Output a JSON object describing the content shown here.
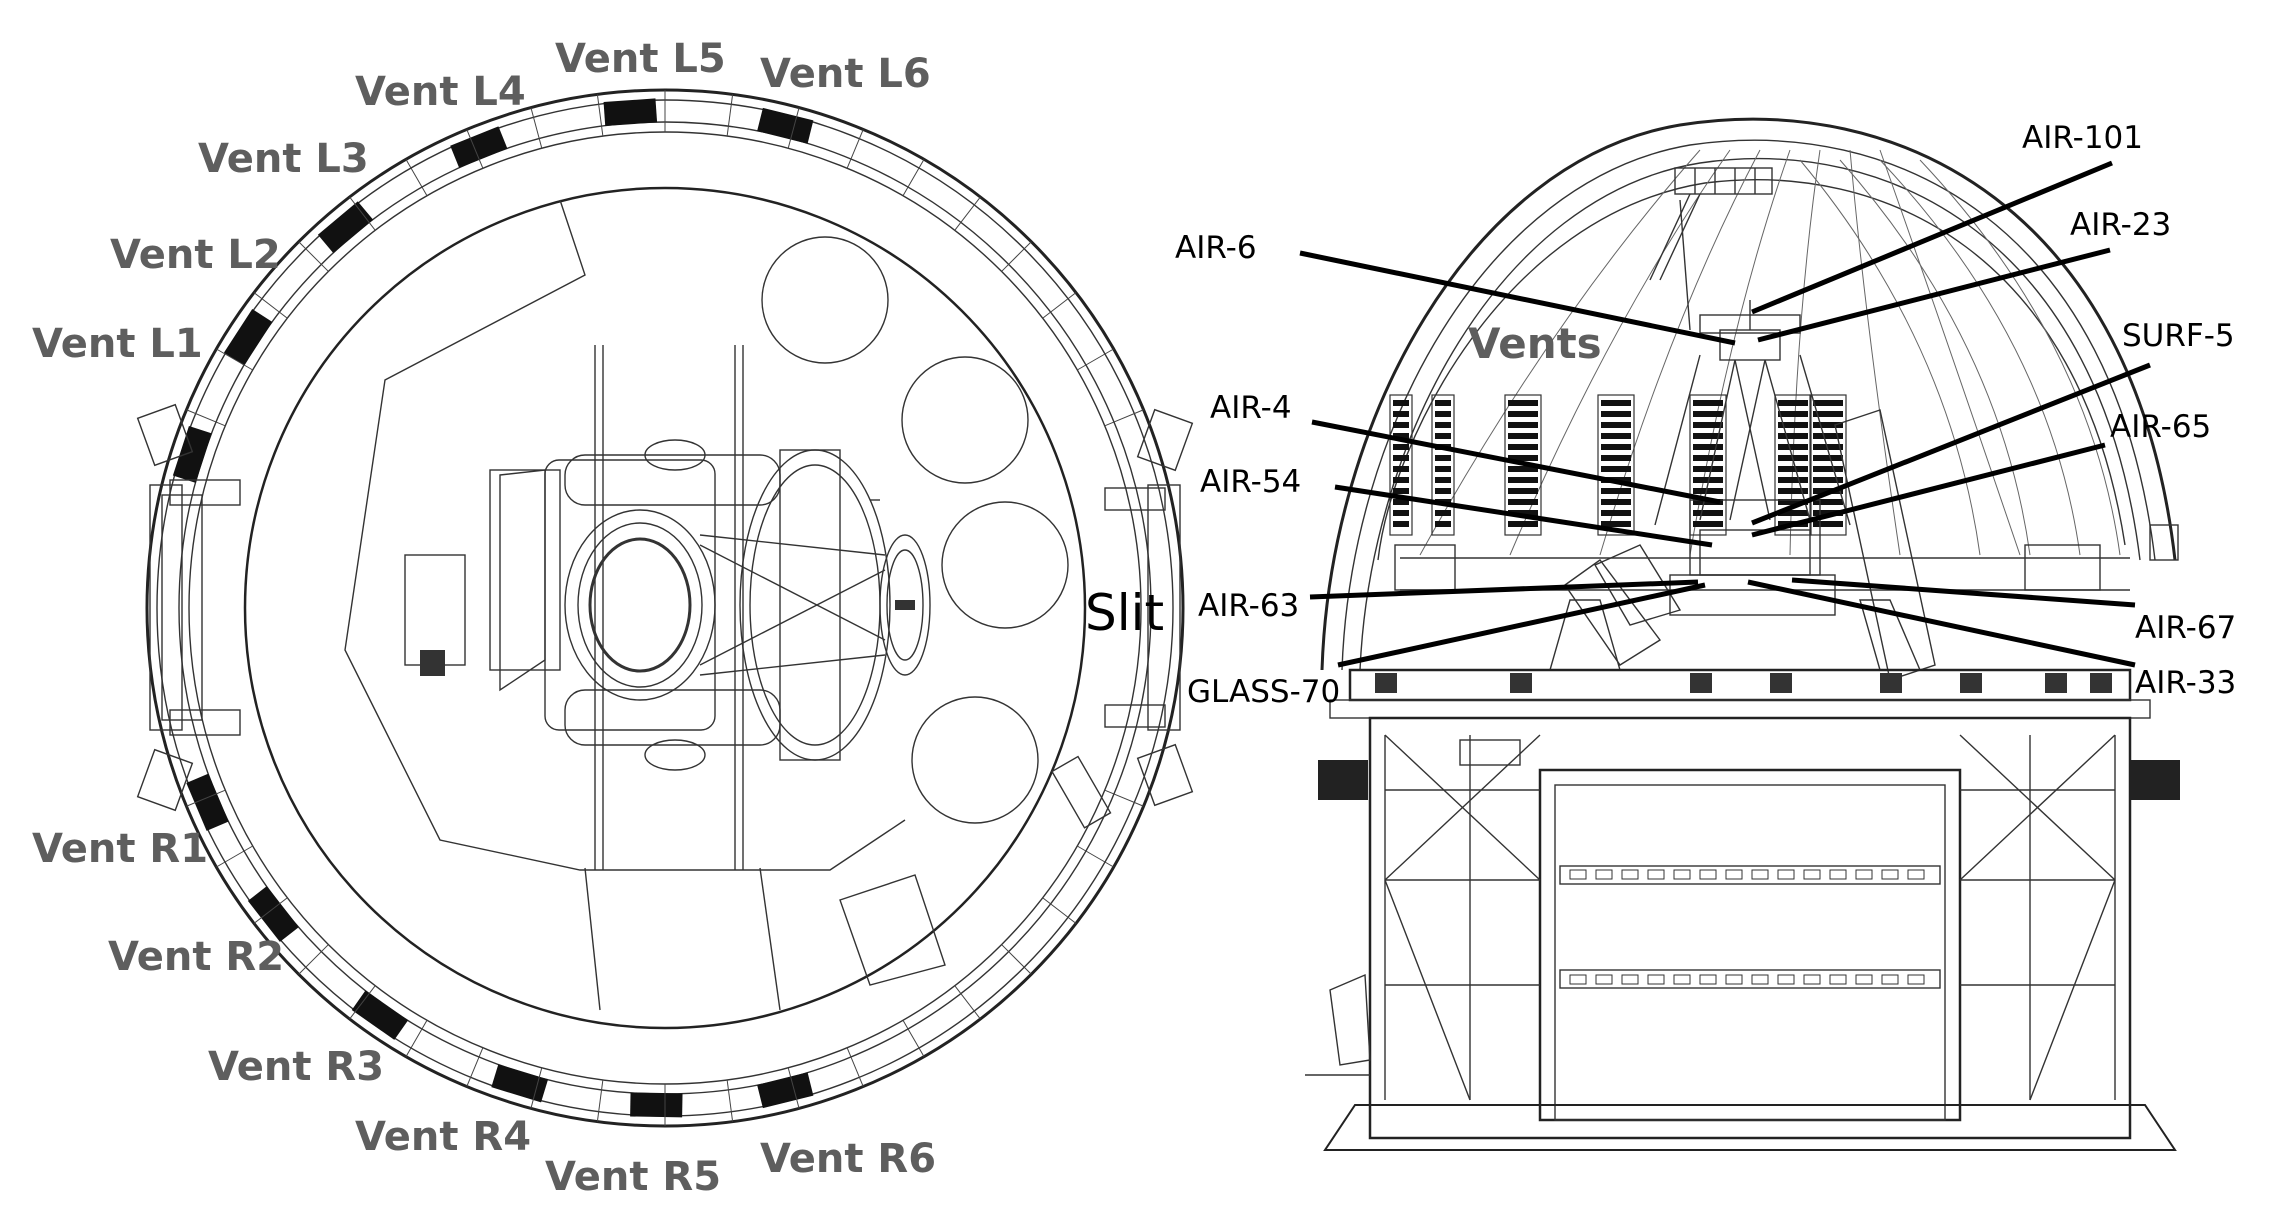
{
  "top_view": {
    "vent_labels": [
      "Vent L1",
      "Vent L2",
      "Vent L3",
      "Vent L4",
      "Vent L5",
      "Vent L6",
      "Vent R1",
      "Vent R2",
      "Vent R3",
      "Vent R4",
      "Vent R5",
      "Vent R6"
    ],
    "slit_label": "Slit"
  },
  "side_view": {
    "vents_label": "Vents",
    "sensors": [
      "AIR-101",
      "AIR-23",
      "AIR-6",
      "SURF-5",
      "AIR-4",
      "AIR-65",
      "AIR-54",
      "AIR-63",
      "AIR-67",
      "GLASS-70",
      "AIR-33"
    ]
  },
  "colors": {
    "label_gray": "#5e5e5e",
    "line": "#000000",
    "vent_fill": "#111111"
  }
}
